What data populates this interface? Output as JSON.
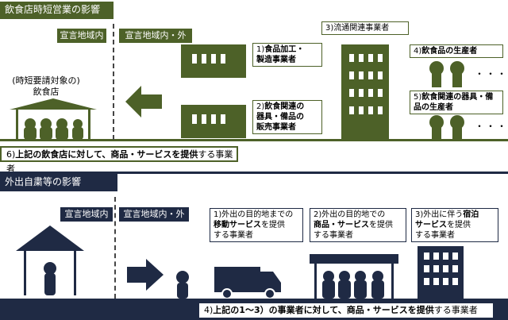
{
  "section1": {
    "title": "飲食店時短営業の影響",
    "zone_in": "宣言地域内",
    "zone_inout": "宣言地域内・外",
    "restaurant_label": "(時短要請対象の)\n飲食店",
    "items": [
      {
        "num": "1)",
        "text": "食品加工・\n製造事業者"
      },
      {
        "num": "2)",
        "text": "飲食関連の\n器具・備品の\n販売事業者"
      },
      {
        "num": "3)",
        "text": "流通関連事業者"
      },
      {
        "num": "4)",
        "text": "飲食品の生産者"
      },
      {
        "num": "5)",
        "text": "飲食関連の器具・備\n品の生産者"
      }
    ],
    "ellipsis": "・・・",
    "footer_prefix": "6)",
    "footer_bold": "上記の飲食店に対して、商品・サービスを提供",
    "footer_rest": "する事業者"
  },
  "section2": {
    "title": "外出自粛等の影響",
    "zone_in": "宣言地域内",
    "zone_inout": "宣言地域内・外",
    "items": [
      {
        "line1": "1)外出の目的地までの",
        "bold": "移動サービス",
        "rest": "を提供\nする事業者"
      },
      {
        "line1": "2)外出の目的地での",
        "bold": "商品・サービス",
        "rest": "を提供\nする事業者"
      },
      {
        "line1": "3)外出に伴う",
        "bold": "宿泊\nサービス",
        "rest": "を提供\nする事業者"
      }
    ],
    "footer_prefix": "4)",
    "footer_bold": "上記の1～3）の事業者に対して、商品・サービスを提供",
    "footer_rest": "する事業者"
  },
  "colors": {
    "green": "#4d6128",
    "navy": "#1f2a44"
  }
}
